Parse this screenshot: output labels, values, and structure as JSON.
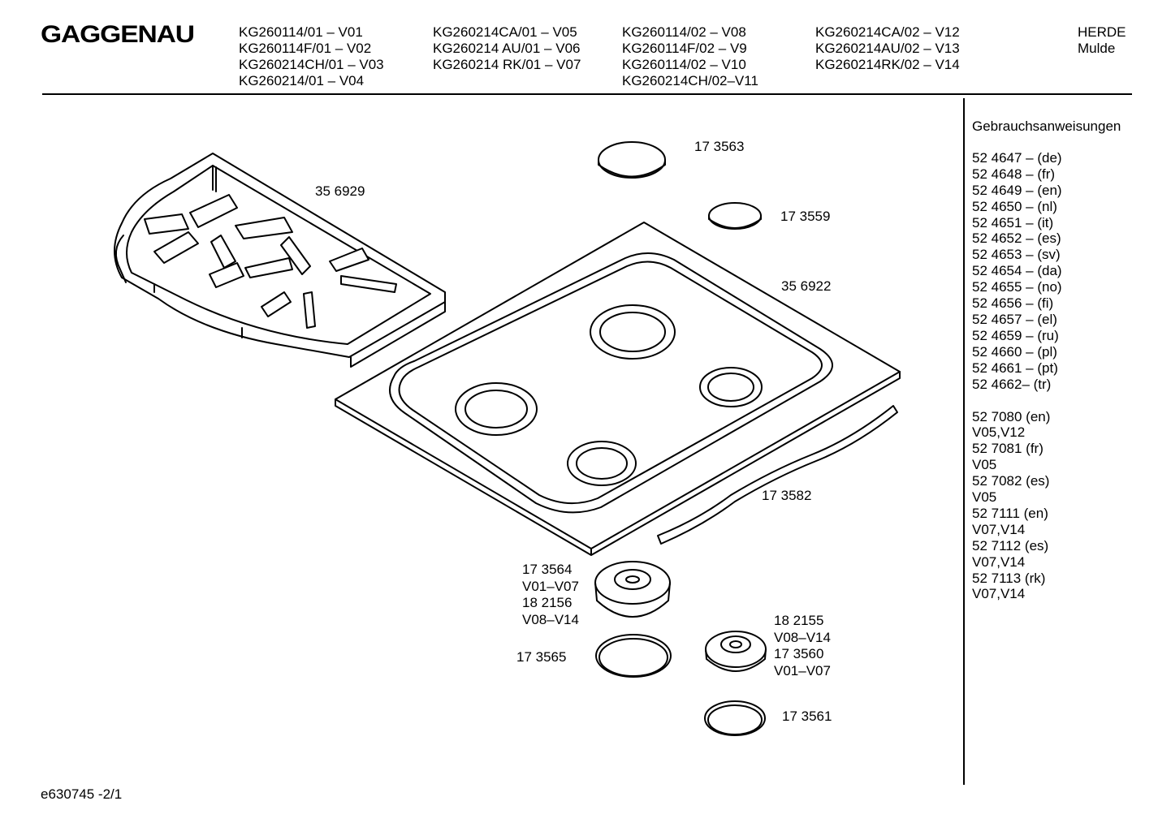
{
  "brand": "GAGGENAU",
  "models": {
    "col1": [
      "KG260114/01 – V01",
      "KG260114F/01 – V02",
      "KG260214CH/01 – V03",
      "KG260214/01 – V04"
    ],
    "col2": [
      "KG260214CA/01 – V05",
      "KG260214 AU/01 – V06",
      "KG260214 RK/01 – V07"
    ],
    "col3": [
      "KG260114/02 – V08",
      "KG260114F/02 – V9",
      "KG260114/02 – V10",
      "KG260214CH/02–V11"
    ],
    "col4": [
      "KG260214CA/02 – V12",
      "KG260214AU/02 – V13",
      "KG260214RK/02 – V14"
    ]
  },
  "category": {
    "line1": "HERDE",
    "line2": "Mulde"
  },
  "manuals": {
    "title": "Gebrauchsanweisungen",
    "items": [
      "52 4647 – (de)",
      "52 4648 – (fr)",
      "52 4649 – (en)",
      "52 4650 – (nl)",
      "52 4651 – (it)",
      "52 4652 – (es)",
      "52 4653 – (sv)",
      "52 4654 – (da)",
      "52 4655 – (no)",
      "52 4656 – (fi)",
      "52 4657 – (el)",
      "52 4659 – (ru)",
      "52 4660 – (pl)",
      "52 4661 – (pt)",
      "52 4662– (tr)"
    ],
    "extra": [
      "52 7080 (en)",
      "V05,V12",
      "52 7081 (fr)",
      "V05",
      "52 7082 (es)",
      "V05",
      "52 7111 (en)",
      "V07,V14",
      "52 7112 (es)",
      "V07,V14",
      "52 7113 (rk)",
      "V07,V14"
    ]
  },
  "parts": {
    "grate": "35 6929",
    "cap_large": "17 3563",
    "cap_small": "17 3559",
    "cooktop": "35 6922",
    "seal_strip": "17 3582",
    "burner_large": [
      "17 3564",
      "V01–V07",
      "18 2156",
      "V08–V14"
    ],
    "ring_large": "17 3565",
    "burner_small": [
      "18 2155",
      "V08–V14",
      "17 3560",
      "V01–V07"
    ],
    "ring_small": "17 3561"
  },
  "footer": "e630745 -2/1"
}
